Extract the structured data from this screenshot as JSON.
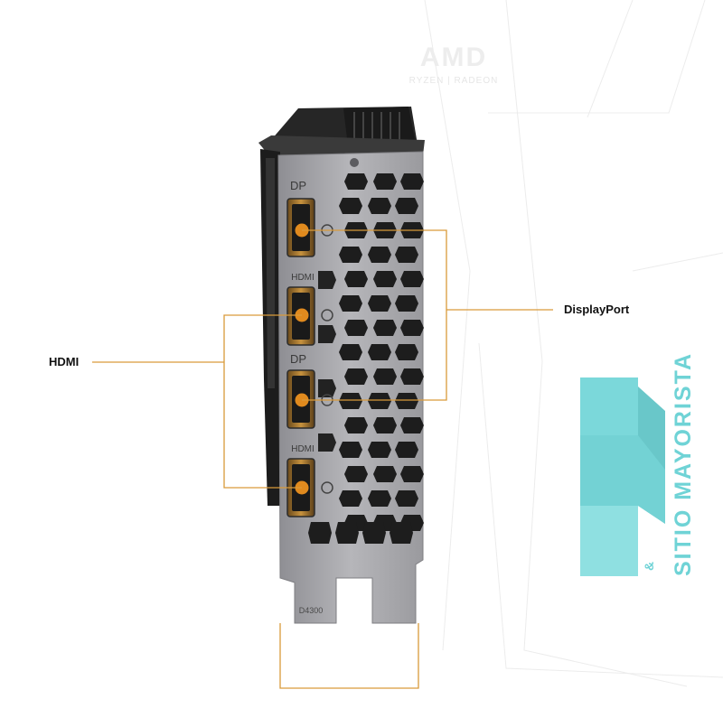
{
  "labels": {
    "hdmi": "HDMI",
    "displayport": "DisplayPort"
  },
  "bracket": {
    "port_labels": [
      "DP",
      "HDMI",
      "DP",
      "HDMI"
    ],
    "model_text": "D4300"
  },
  "watermark": {
    "brand": "AMD",
    "sub": "RYZEN | RADEON"
  },
  "logo": {
    "text": "SITIO MAYORISTA",
    "amp": "&"
  },
  "colors": {
    "accent": "#e08a1e",
    "bracket": "#a7a7ab",
    "logo": "#6fd3d6"
  }
}
